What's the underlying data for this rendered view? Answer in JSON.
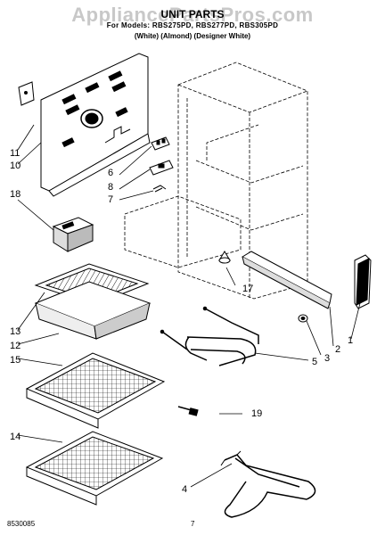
{
  "watermark": "AppliancePartsPros.com",
  "header": {
    "title": "UNIT PARTS",
    "models_line": "For Models: RBS275PD, RBS277PD, RBS305PD",
    "colors_line": "(White)     (Almond) (Designer White)"
  },
  "callouts": {
    "c1": "1",
    "c2": "2",
    "c3": "3",
    "c4": "4",
    "c5": "5",
    "c6": "6",
    "c7": "7",
    "c8": "8",
    "c10": "10",
    "c11": "11",
    "c12": "12",
    "c13": "13",
    "c14": "14",
    "c15": "15",
    "c17": "17",
    "c18": "18",
    "c19": "19"
  },
  "footer": {
    "doc_code": "8530085",
    "page_number": "7"
  }
}
